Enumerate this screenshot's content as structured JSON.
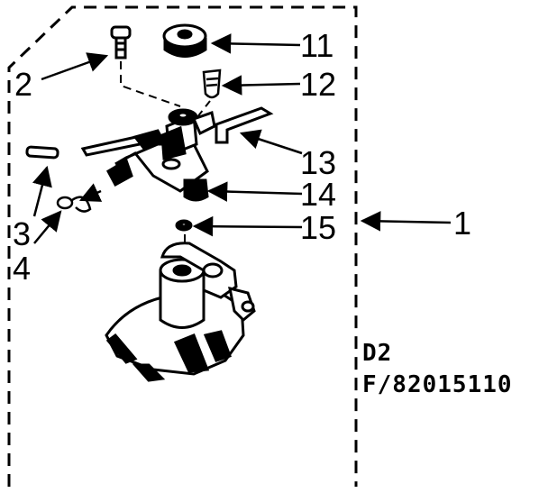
{
  "diagram": {
    "callouts": {
      "c1": "1",
      "c2": "2",
      "c3": "3",
      "c4": "4",
      "c11": "11",
      "c12": "12",
      "c13": "13",
      "c14": "14",
      "c15": "15"
    },
    "code_line1": "D2",
    "code_line2": "F/82015110"
  }
}
